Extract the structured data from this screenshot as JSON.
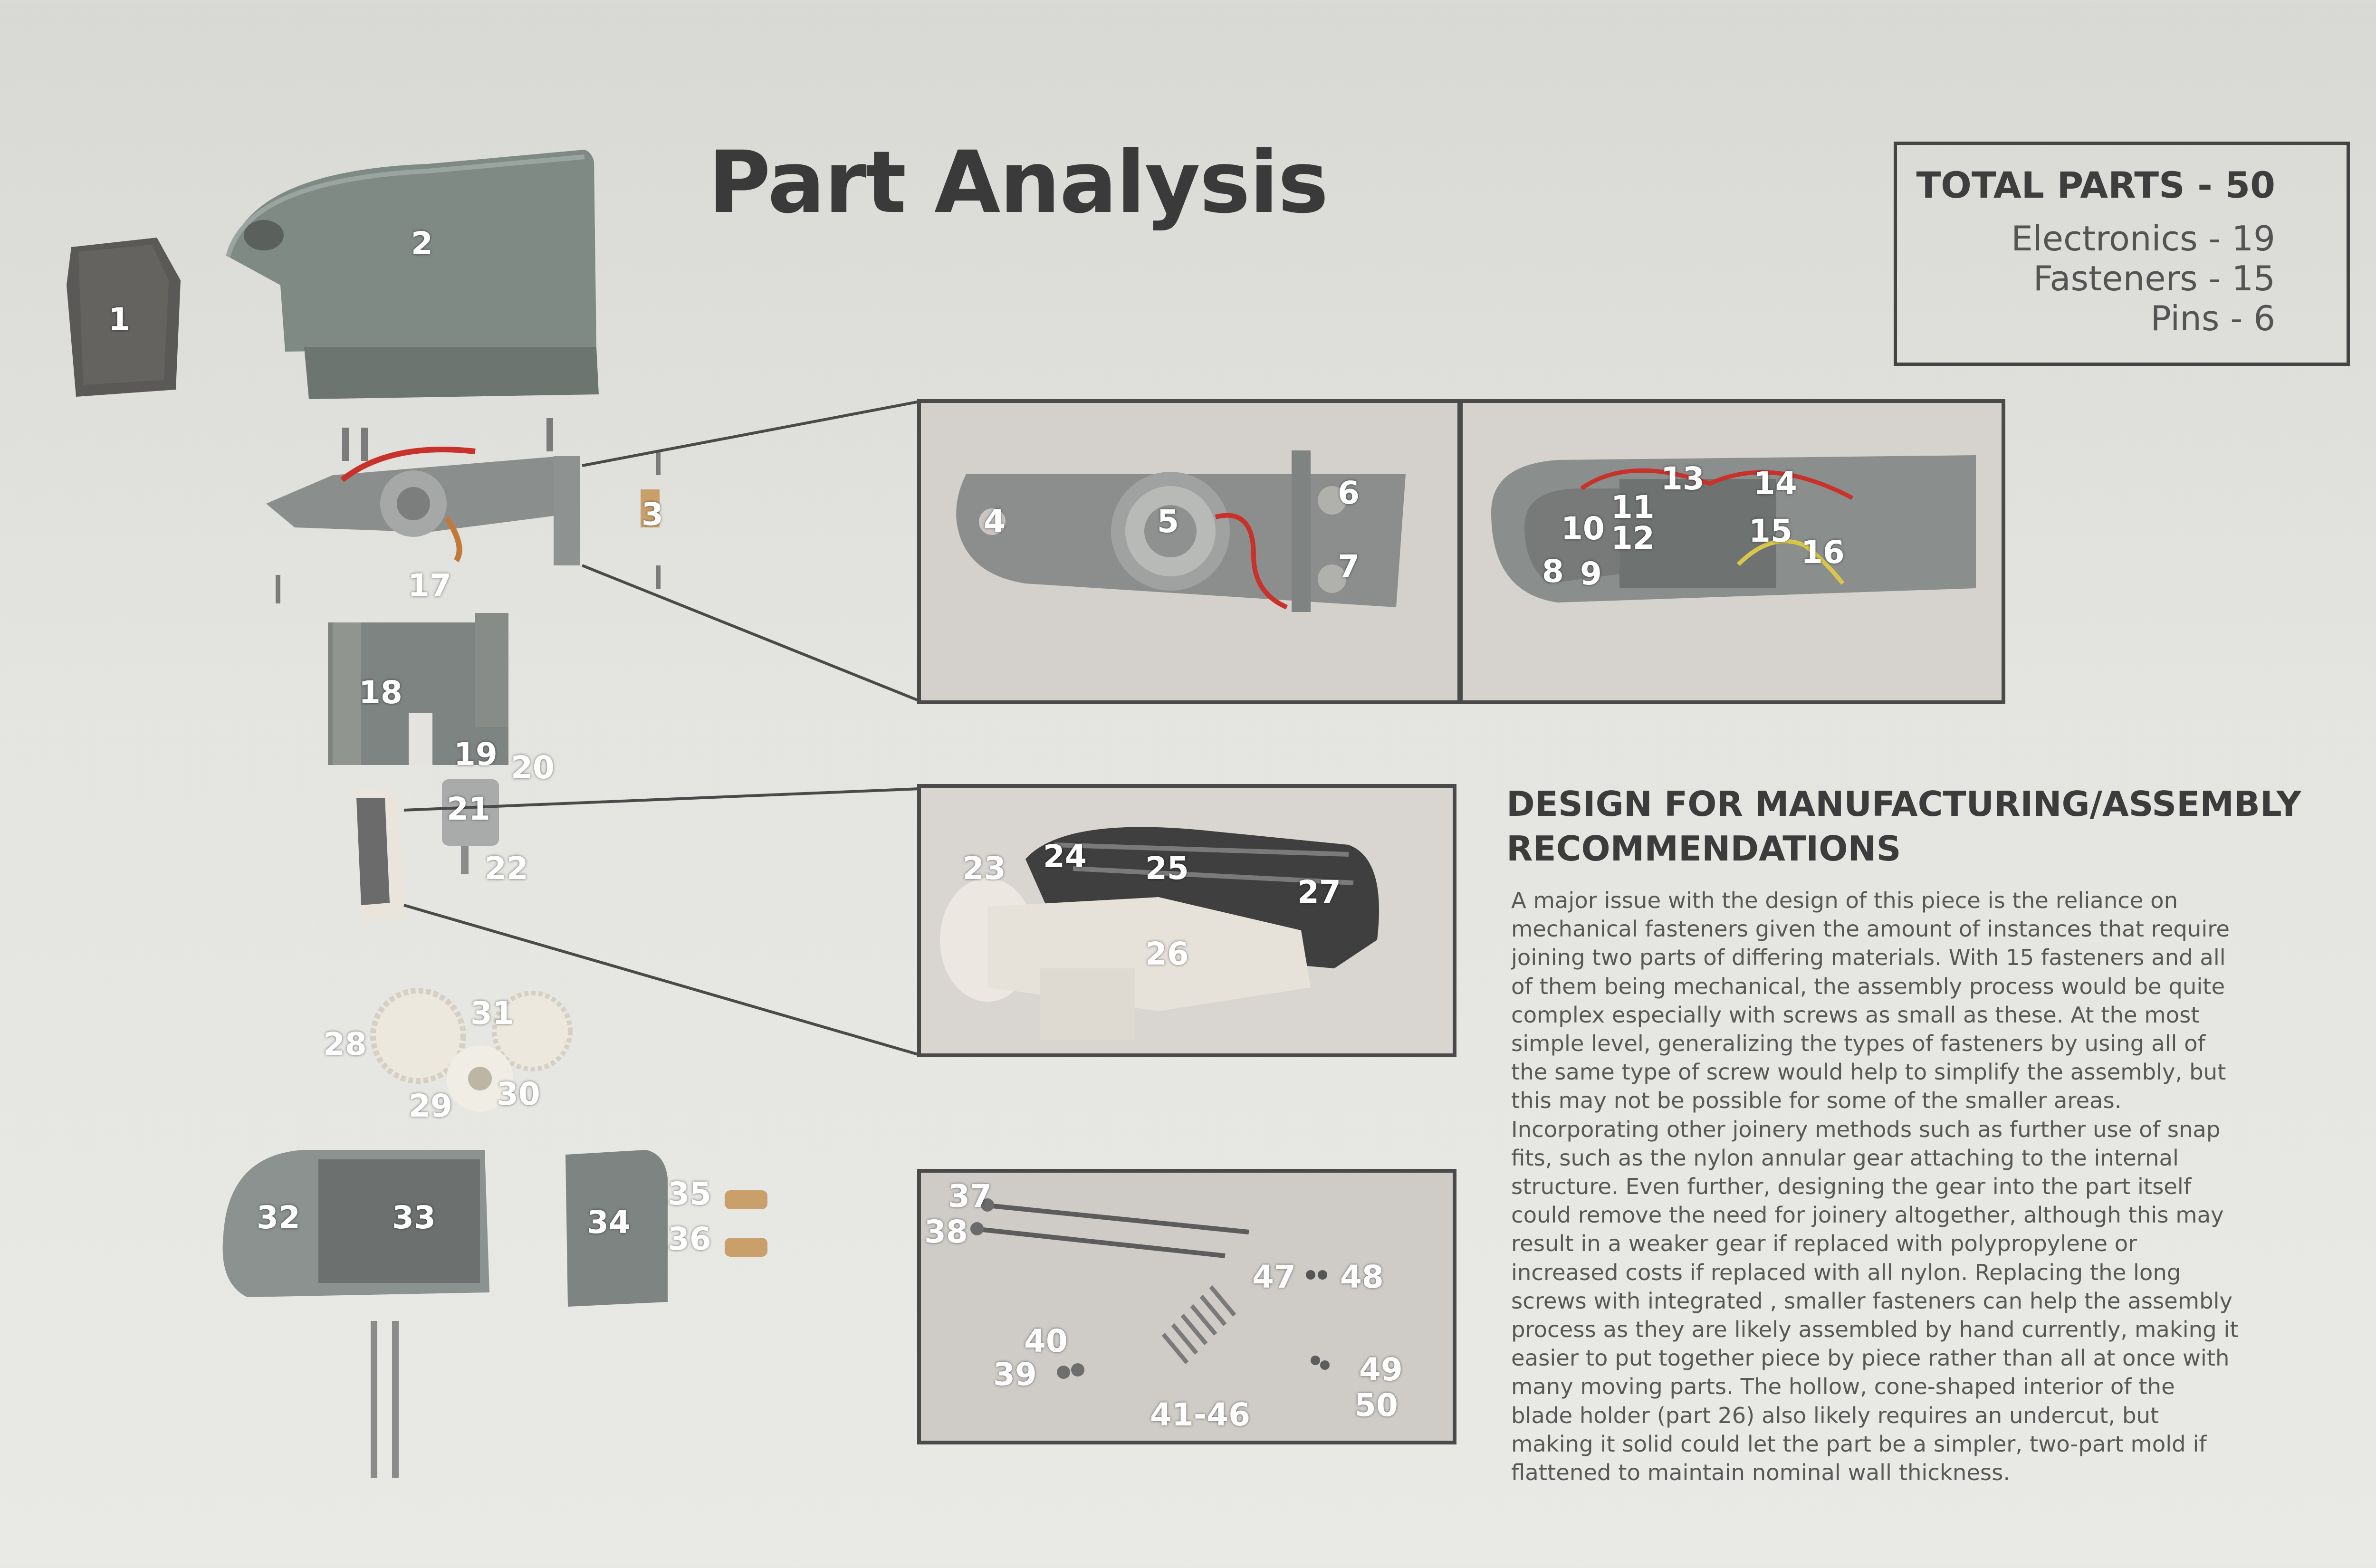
{
  "title": "Part Analysis",
  "totals": {
    "heading": "TOTAL PARTS - 50",
    "lines": [
      "Electronics - 19",
      "Fasteners - 15",
      "Pins - 6"
    ]
  },
  "dfm": {
    "heading_line1": "DESIGN FOR MANUFACTURING/ASSEMBLY",
    "heading_line2": "RECOMMENDATIONS",
    "body": "A major issue with the design of this piece is the reliance on mechanical fasteners given the amount of instances that require joining two parts of differing materials. With 15 fasteners and all of them being mechanical, the assembly process would be quite complex especially with screws as small as these. At the most simple level, generalizing the types of fasteners by using all of the same type of screw would help to simplify the assembly, but this may not be possible for some of the smaller areas. Incorporating other joinery methods such as further use of snap fits, such as the nylon annular gear attaching to the internal structure. Even further, designing the gear into the part itself could remove the need for joinery altogether, although this may result in a weaker gear if replaced with polypropylene or increased costs if replaced with all nylon. Replacing the long screws with integrated , smaller fasteners can help the assembly process as they are likely assembled by hand currently, making it easier to put together piece by piece rather than all at once with many moving parts. The hollow, cone-shaped interior of the blade holder (part 26) also likely requires an undercut, but making it solid could let the part be a simpler, two-part mold if flattened to maintain nominal wall thickness."
  },
  "labels": {
    "p1": "1",
    "p2": "2",
    "p3": "3",
    "p4": "4",
    "p5": "5",
    "p6": "6",
    "p7": "7",
    "p8": "8",
    "p9": "9",
    "p10": "10",
    "p11": "11",
    "p12": "12",
    "p13": "13",
    "p14": "14",
    "p15": "15",
    "p16": "16",
    "p17": "17",
    "p18": "18",
    "p19": "19",
    "p20": "20",
    "p21": "21",
    "p22": "22",
    "p23": "23",
    "p24": "24",
    "p25": "25",
    "p26": "26",
    "p27": "27",
    "p28": "28",
    "p29": "29",
    "p30": "30",
    "p31": "31",
    "p32": "32",
    "p33": "33",
    "p34": "34",
    "p35": "35",
    "p36": "36",
    "p37": "37",
    "p38": "38",
    "p39": "39",
    "p40": "40",
    "p41_46": "41-46",
    "p47": "47",
    "p48": "48",
    "p49": "49",
    "p50": "50"
  },
  "colors": {
    "housing": "#7f8a85",
    "frame": "#858a88",
    "nylon": "#e9e5dc",
    "brass": "#c9a06a",
    "steel": "#7b7b7b",
    "wire_red": "#c8322b",
    "wire_yellow": "#d9c64a",
    "border": "#4a4a4a"
  }
}
